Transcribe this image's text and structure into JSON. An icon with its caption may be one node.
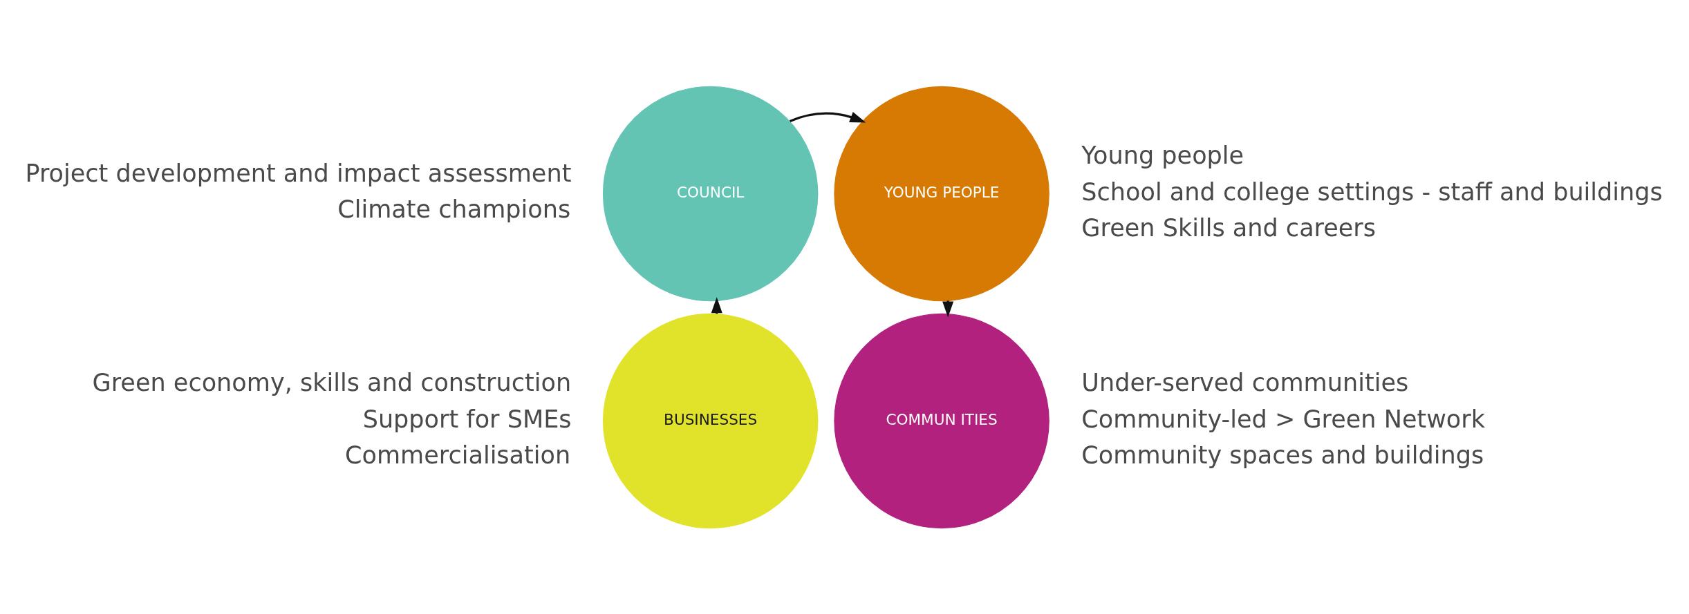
{
  "diagram": {
    "nodes": [
      {
        "text": [
          "COUNCIL"
        ],
        "beside": [
          "Project development and impact assessment",
          "Climate champions"
        ]
      },
      {
        "text": [
          "YOUNG PEOPLE"
        ],
        "beside": [
          "Young people",
          "School and college settings - staff and buildings",
          "Green Skills and careers"
        ]
      },
      {
        "text": [
          "BUSINESSES"
        ],
        "beside": [
          "Green economy, skills and construction",
          "Support for SMEs",
          "Commercialisation"
        ]
      },
      {
        "text": [
          "COMMUN ITIES"
        ],
        "beside": [
          "Under-served communities",
          "Community-led > Green Network",
          "Community spaces and buildings"
        ]
      }
    ],
    "edges": [
      {
        "from": 0,
        "to": 1,
        "arrow": "to"
      },
      {
        "from": 1,
        "to": 3,
        "arrow": "to"
      },
      {
        "from": 2,
        "to": 0,
        "arrow": "to"
      }
    ]
  }
}
